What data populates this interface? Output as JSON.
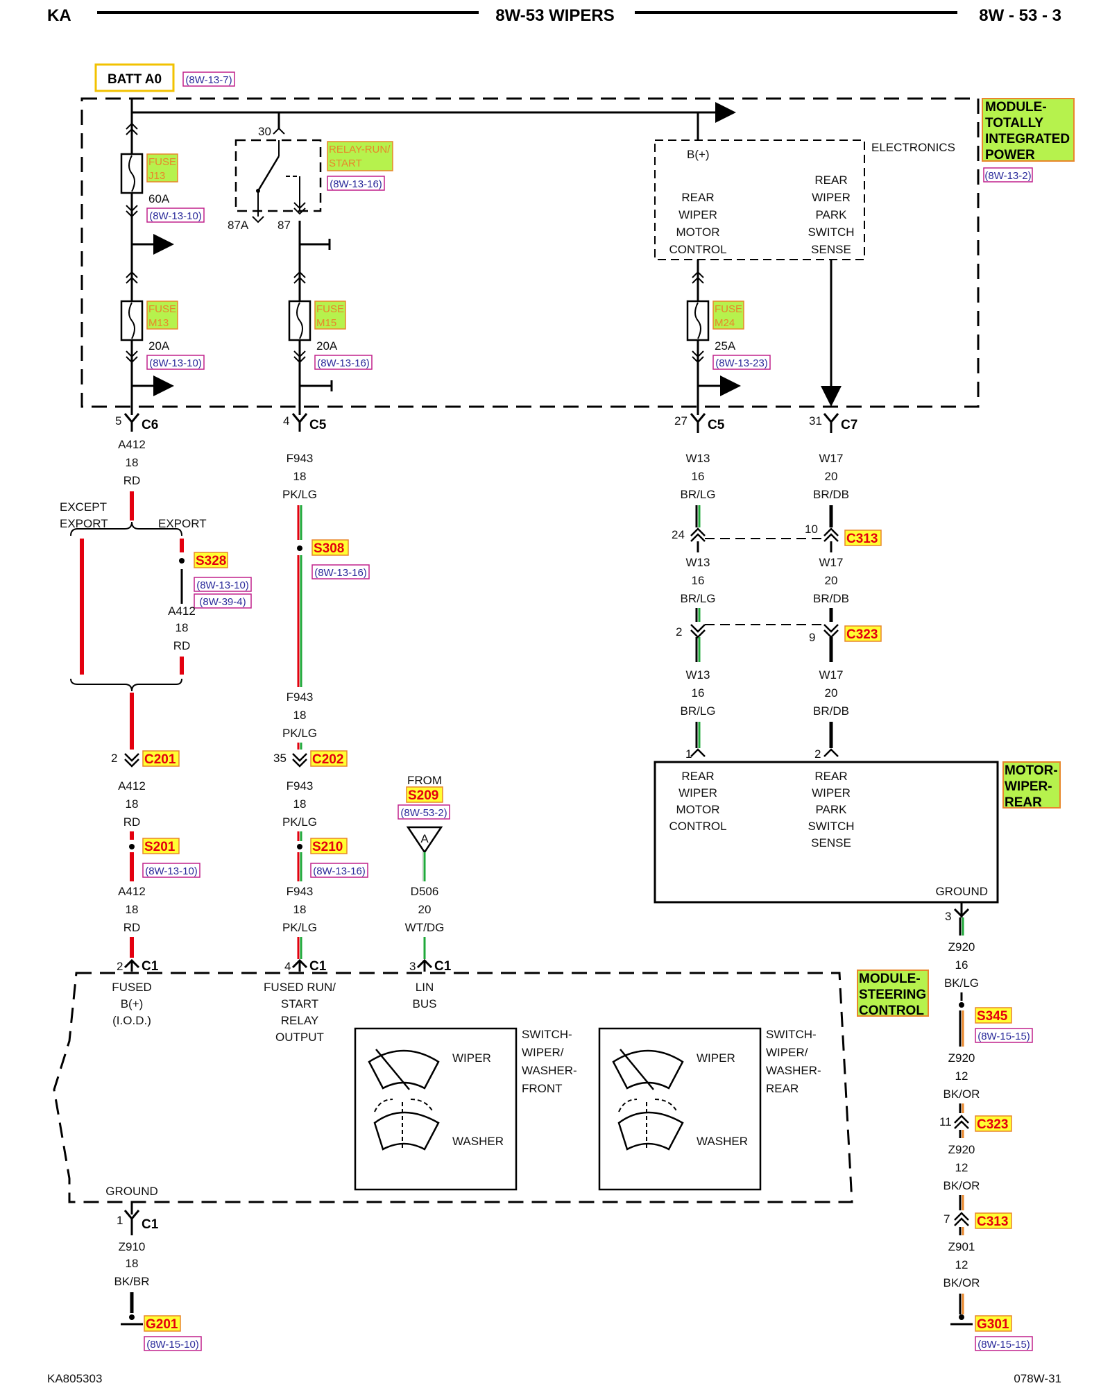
{
  "header": {
    "left": "KA",
    "title": "8W-53 WIPERS",
    "right": "8W - 53 - 3"
  },
  "footer": {
    "left": "KA805303",
    "right": "078W-31"
  },
  "batt": {
    "label": "BATT A0",
    "ref": "(8W-13-7)"
  },
  "tipm": {
    "name_lines": [
      "MODULE-",
      "TOTALLY",
      "INTEGRATED",
      "POWER"
    ],
    "ref": "(8W-13-2)",
    "electronics": "ELECTRONICS",
    "bplus": "B(+)",
    "left_func": [
      "REAR",
      "WIPER",
      "MOTOR",
      "CONTROL"
    ],
    "right_func": [
      "REAR",
      "WIPER",
      "PARK",
      "SWITCH",
      "SENSE"
    ]
  },
  "fuses": {
    "j13": {
      "l1": "FUSE",
      "l2": "J13",
      "amp": "60A",
      "ref": "(8W-13-10)"
    },
    "m13": {
      "l1": "FUSE",
      "l2": "M13",
      "amp": "20A",
      "ref": "(8W-13-10)"
    },
    "m15": {
      "l1": "FUSE",
      "l2": "M15",
      "amp": "20A",
      "ref": "(8W-13-16)"
    },
    "m24": {
      "l1": "FUSE",
      "l2": "M24",
      "amp": "25A",
      "ref": "(8W-13-23)"
    }
  },
  "relay": {
    "l1": "RELAY-RUN/",
    "l2": "START",
    "ref": "(8W-13-16)",
    "p30": "30",
    "p87a": "87A",
    "p87": "87"
  },
  "connectors": {
    "c6": {
      "name": "C6",
      "pin": "5"
    },
    "c5a": {
      "name": "C5",
      "pin": "4"
    },
    "c5b": {
      "name": "C5",
      "pin": "27"
    },
    "c7": {
      "name": "C7",
      "pin": "31"
    },
    "c313a": {
      "name": "C313",
      "pin_l": "24",
      "pin_r": "10"
    },
    "c323a": {
      "name": "C323",
      "pin_l": "2",
      "pin_r": "9"
    },
    "c201": {
      "name": "C201",
      "pin": "2"
    },
    "c202": {
      "name": "C202",
      "pin": "35"
    },
    "c1a": {
      "name": "C1",
      "pin": "2"
    },
    "c1b": {
      "name": "C1",
      "pin": "4"
    },
    "c1c": {
      "name": "C1",
      "pin": "3"
    },
    "c1g": {
      "name": "C1",
      "pin": "1"
    },
    "c323b": {
      "name": "C323",
      "pin": "11"
    },
    "c313b": {
      "name": "C313",
      "pin": "7"
    },
    "motor_p1": "1",
    "motor_p2": "2",
    "motor_p3": "3"
  },
  "wires": {
    "a412_1": [
      "A412",
      "18",
      "RD"
    ],
    "a412_2": [
      "A412",
      "18",
      "RD"
    ],
    "a412_3": [
      "A412",
      "18",
      "RD"
    ],
    "a412_4": [
      "A412",
      "18",
      "RD"
    ],
    "f943_1": [
      "F943",
      "18",
      "PK/LG"
    ],
    "f943_2": [
      "F943",
      "18",
      "PK/LG"
    ],
    "f943_3": [
      "F943",
      "18",
      "PK/LG"
    ],
    "f943_4": [
      "F943",
      "18",
      "PK/LG"
    ],
    "w13_1": [
      "W13",
      "16",
      "BR/LG"
    ],
    "w13_2": [
      "W13",
      "16",
      "BR/LG"
    ],
    "w13_3": [
      "W13",
      "16",
      "BR/LG"
    ],
    "w17_1": [
      "W17",
      "20",
      "BR/DB"
    ],
    "w17_2": [
      "W17",
      "20",
      "BR/DB"
    ],
    "w17_3": [
      "W17",
      "20",
      "BR/DB"
    ],
    "d506": [
      "D506",
      "20",
      "WT/DG"
    ],
    "z910": [
      "Z910",
      "18",
      "BK/BR"
    ],
    "z920_1": [
      "Z920",
      "16",
      "BK/LG"
    ],
    "z920_2": [
      "Z920",
      "12",
      "BK/OR"
    ],
    "z920_3": [
      "Z920",
      "12",
      "BK/OR"
    ],
    "z901": [
      "Z901",
      "12",
      "BK/OR"
    ]
  },
  "export_labels": {
    "except_l1": "EXCEPT",
    "except_l2": "EXPORT",
    "export": "EXPORT"
  },
  "splices": {
    "s328": {
      "name": "S328",
      "refs": [
        "(8W-13-10)",
        "(8W-39-4)"
      ]
    },
    "s308": {
      "name": "S308",
      "ref": "(8W-13-16)"
    },
    "s201": {
      "name": "S201",
      "ref": "(8W-13-10)"
    },
    "s210": {
      "name": "S210",
      "ref": "(8W-13-16)"
    },
    "s345": {
      "name": "S345",
      "ref": "(8W-15-15)"
    },
    "s209": {
      "from": "FROM",
      "name": "S209",
      "ref": "(8W-53-2)",
      "tri": "A"
    }
  },
  "grounds": {
    "g201": {
      "name": "G201",
      "ref": "(8W-15-10)"
    },
    "g301": {
      "name": "G301",
      "ref": "(8W-15-15)"
    }
  },
  "motor": {
    "name_lines": [
      "MOTOR-",
      "WIPER-",
      "REAR"
    ],
    "left_func": [
      "REAR",
      "WIPER",
      "MOTOR",
      "CONTROL"
    ],
    "right_func": [
      "REAR",
      "WIPER",
      "PARK",
      "SWITCH",
      "SENSE"
    ],
    "ground": "GROUND"
  },
  "scm": {
    "name_lines": [
      "MODULE-",
      "STEERING",
      "CONTROL"
    ],
    "pin_fused": [
      "FUSED",
      "B(+)",
      "(I.O.D.)"
    ],
    "pin_run": [
      "FUSED RUN/",
      "START",
      "RELAY",
      "OUTPUT"
    ],
    "pin_lin": [
      "LIN",
      "BUS"
    ],
    "ground": "GROUND",
    "front_switch": [
      "SWITCH-",
      "WIPER/",
      "WASHER-",
      "FRONT"
    ],
    "rear_switch": [
      "SWITCH-",
      "WIPER/",
      "WASHER-",
      "REAR"
    ],
    "wiper": "WIPER",
    "washer": "WASHER"
  },
  "colors": {
    "red": "#e3000f",
    "green": "#1fa83a",
    "black": "#000000",
    "orange": "#e8862a",
    "yellow": "#ffff33",
    "fuse_green": "#b6f24d",
    "ref": "#c0208c"
  }
}
